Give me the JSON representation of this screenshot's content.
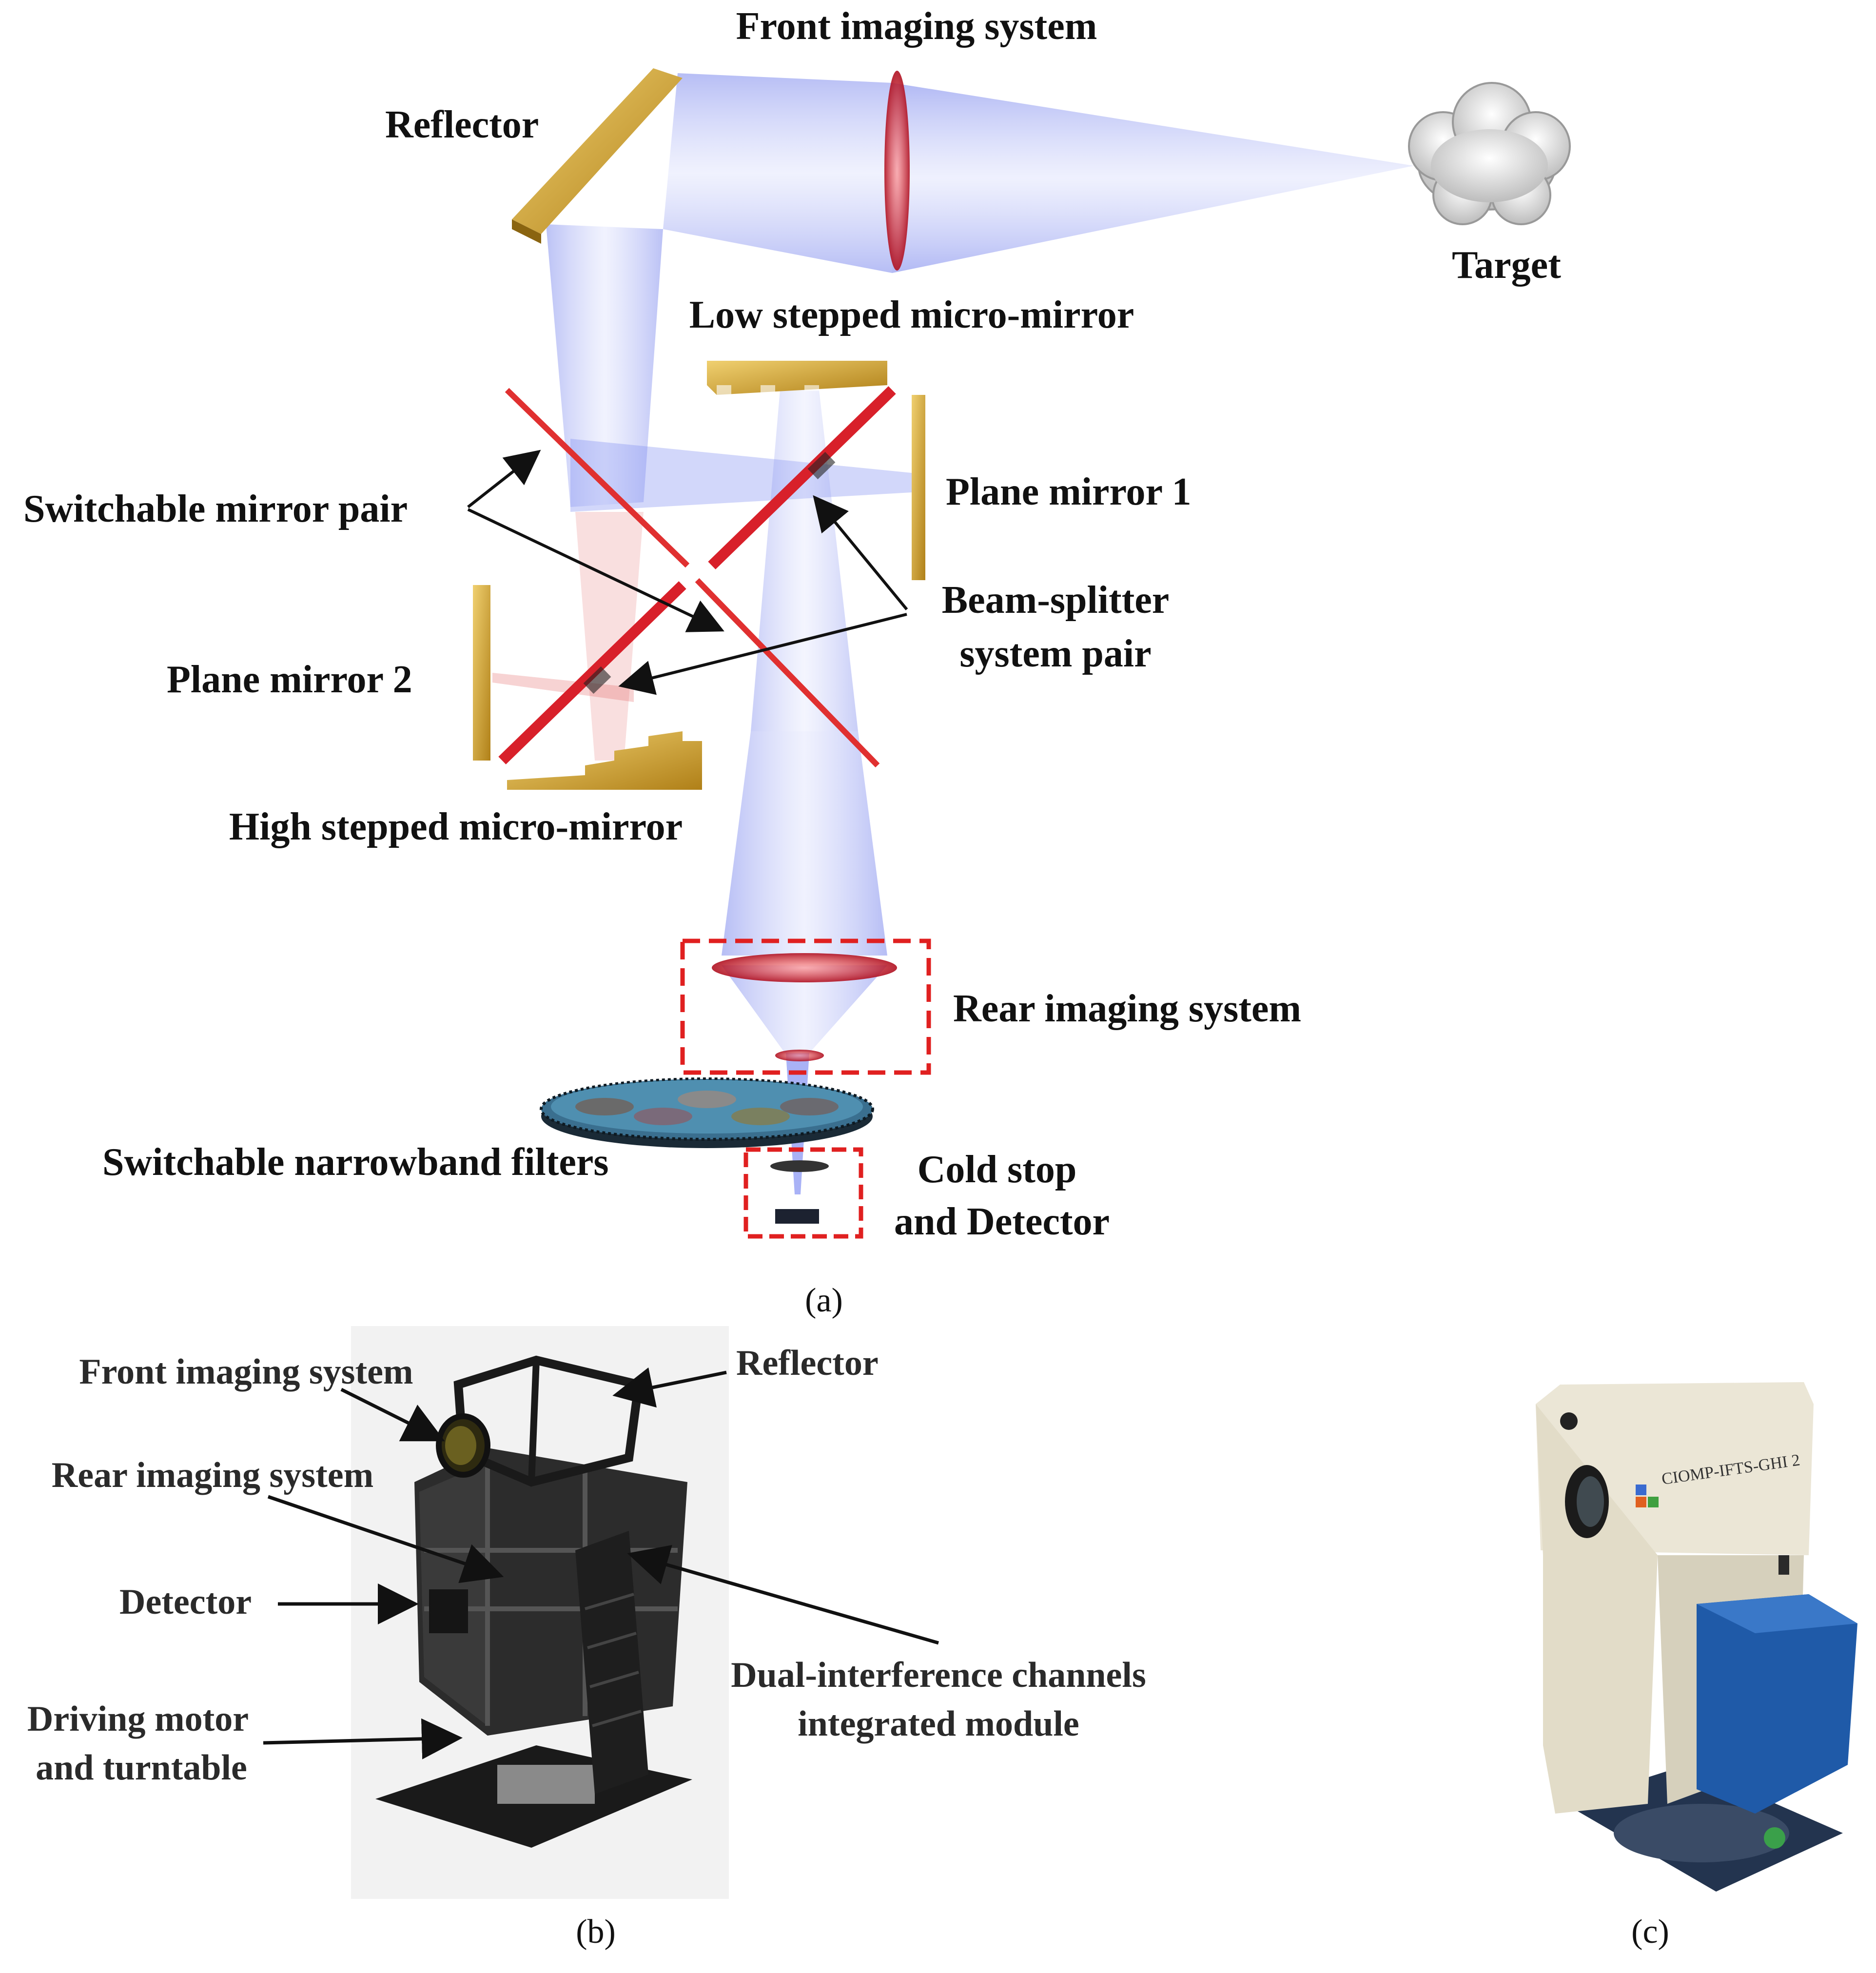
{
  "panel_a": {
    "labels": {
      "front_imaging": "Front imaging system",
      "reflector": "Reflector",
      "target": "Target",
      "low_stepped": "Low stepped micro-mirror",
      "switchable_mirror_pair": "Switchable mirror pair",
      "plane_mirror_1": "Plane mirror 1",
      "beam_splitter_1": "Beam-splitter",
      "beam_splitter_2": "system pair",
      "plane_mirror_2": "Plane mirror 2",
      "high_stepped": "High stepped micro-mirror",
      "rear_imaging": "Rear imaging system",
      "filters": "Switchable narrowband filters",
      "cold_stop_1": "Cold stop",
      "cold_stop_2": "and Detector"
    },
    "caption": "(a)"
  },
  "panel_b": {
    "labels": {
      "front_imaging": "Front imaging system",
      "reflector": "Reflector",
      "rear_imaging": "Rear imaging system",
      "detector": "Detector",
      "driving_1": "Driving motor",
      "driving_2": "and turntable",
      "dual_1": "Dual-interference channels",
      "dual_2": "integrated module"
    },
    "caption": "(b)"
  },
  "panel_c": {
    "logo_text": "CIOMP-IFTS-GHI 2",
    "caption": "(c)"
  },
  "colors": {
    "beam_blue": "#6f7ff0",
    "beam_red": "#e04848",
    "lens_red": "#c0202a",
    "gold": "#d4a52a",
    "dashed_box": "#e02020",
    "device_white": "#ece8dc",
    "device_blue": "#1f5aa8"
  }
}
